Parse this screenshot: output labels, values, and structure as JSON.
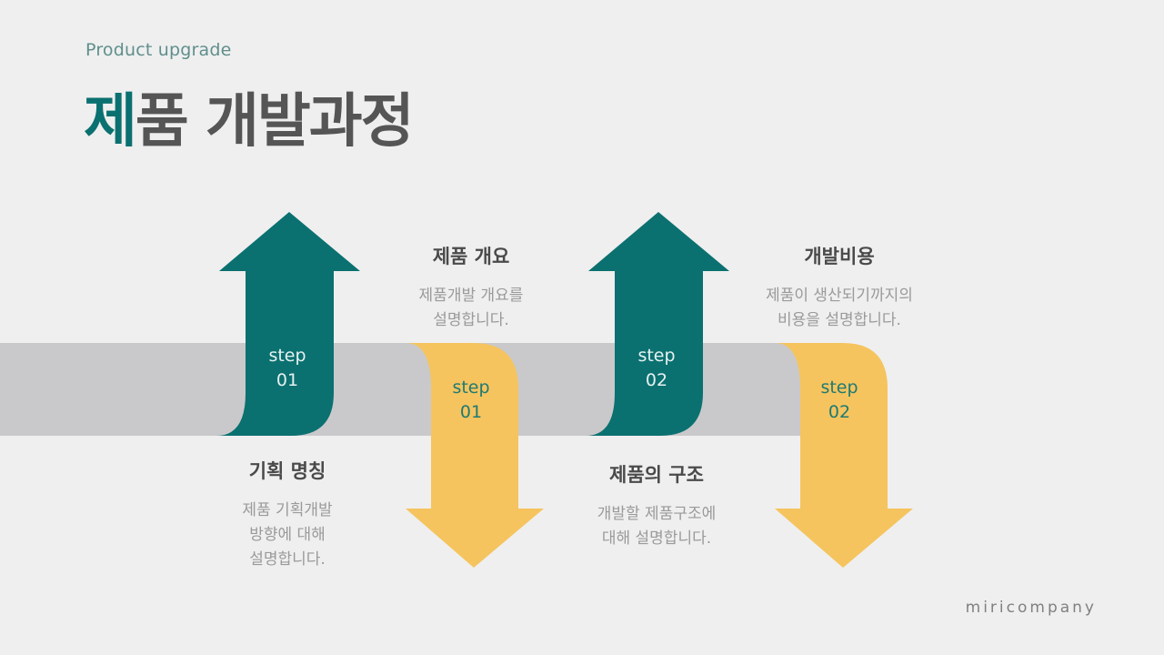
{
  "header": {
    "subtitle": "Product upgrade",
    "title_accent": "제",
    "title_rest": "품 개발과정"
  },
  "steps": [
    {
      "label_word": "step",
      "label_num": "01",
      "kind": "up",
      "color": "#0b7070"
    },
    {
      "label_word": "step",
      "label_num": "01",
      "kind": "down",
      "color": "#f5c45e"
    },
    {
      "label_word": "step",
      "label_num": "02",
      "kind": "up",
      "color": "#0b7070"
    },
    {
      "label_word": "step",
      "label_num": "02",
      "kind": "down",
      "color": "#f5c45e"
    }
  ],
  "blocks": [
    {
      "head": "기획 명칭",
      "desc": "제품 기획개발\n방향에 대해\n설명합니다."
    },
    {
      "head": "제품 개요",
      "desc": "제품개발 개요를\n설명합니다."
    },
    {
      "head": "제품의 구조",
      "desc": "개발할 제품구조에\n대해 설명합니다."
    },
    {
      "head": "개발비용",
      "desc": "제품이 생산되기까지의\n비용을 설명합니다."
    }
  ],
  "colors": {
    "band": "#c9c9cb",
    "teal": "#0b7070",
    "yellow": "#f5c45e"
  },
  "footer": {
    "brand": "miricompany"
  }
}
